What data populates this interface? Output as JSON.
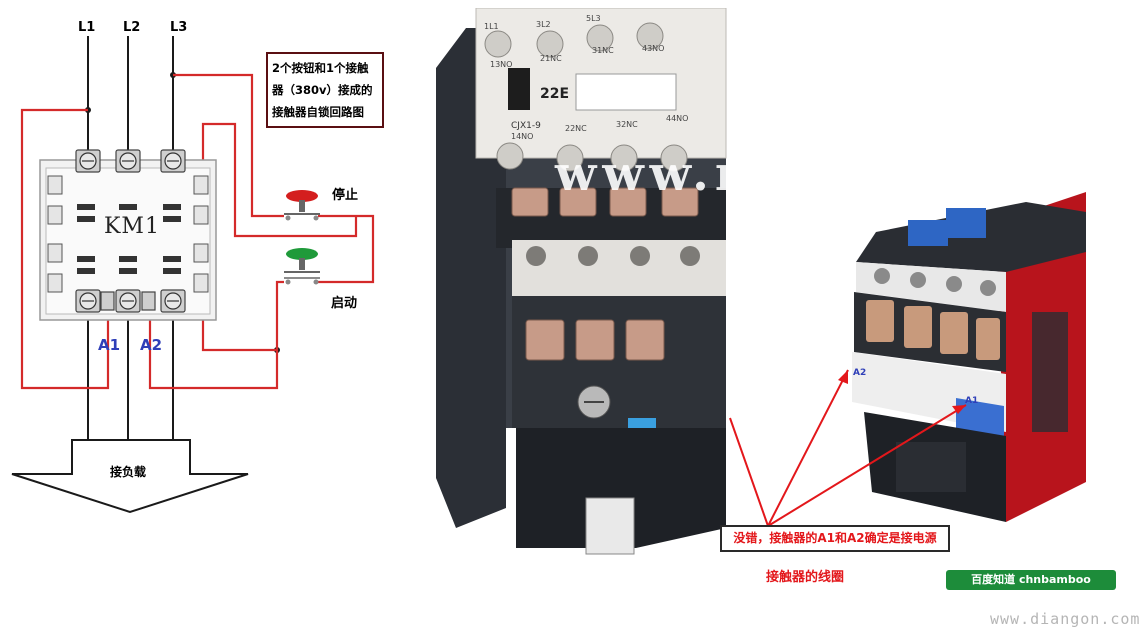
{
  "diagram": {
    "phase_labels": [
      "L1",
      "L2",
      "L3"
    ],
    "title_lines": [
      "2个按钮和1个接触",
      "器（380v）接成的",
      "接触器自锁回路图"
    ],
    "contactor_name": "KM1",
    "stop_label": "停止",
    "start_label": "启动",
    "coil_terminals": [
      "A1",
      "A2"
    ],
    "load_label": "接负载"
  },
  "photos": {
    "left_model": "CJX1-9",
    "left_code": "22E",
    "left_top_terminals": [
      "1L1",
      "3L2",
      "5L3",
      "13NO",
      "21NC",
      "31NC",
      "43NO"
    ],
    "left_mid_terminals": [
      "14NO",
      "22NC",
      "32NC",
      "44NO"
    ],
    "watermark_text": "www.n",
    "right_coil_terminals": [
      "A2",
      "A1"
    ],
    "note_text": "没错，接触器的A1和A2确定是接电源",
    "caption": "接触器的线圈"
  },
  "branding": {
    "badge": "百度知道 chnbamboo",
    "site": "www.diangon.com"
  },
  "colors": {
    "wire_black": "#1a1a1a",
    "wire_red": "#d42a2a",
    "stop_button": "#d41e1e",
    "start_button": "#1f9a3a",
    "terminal_blue": "#2f3fb8",
    "badge_green": "#1d8c3a"
  }
}
